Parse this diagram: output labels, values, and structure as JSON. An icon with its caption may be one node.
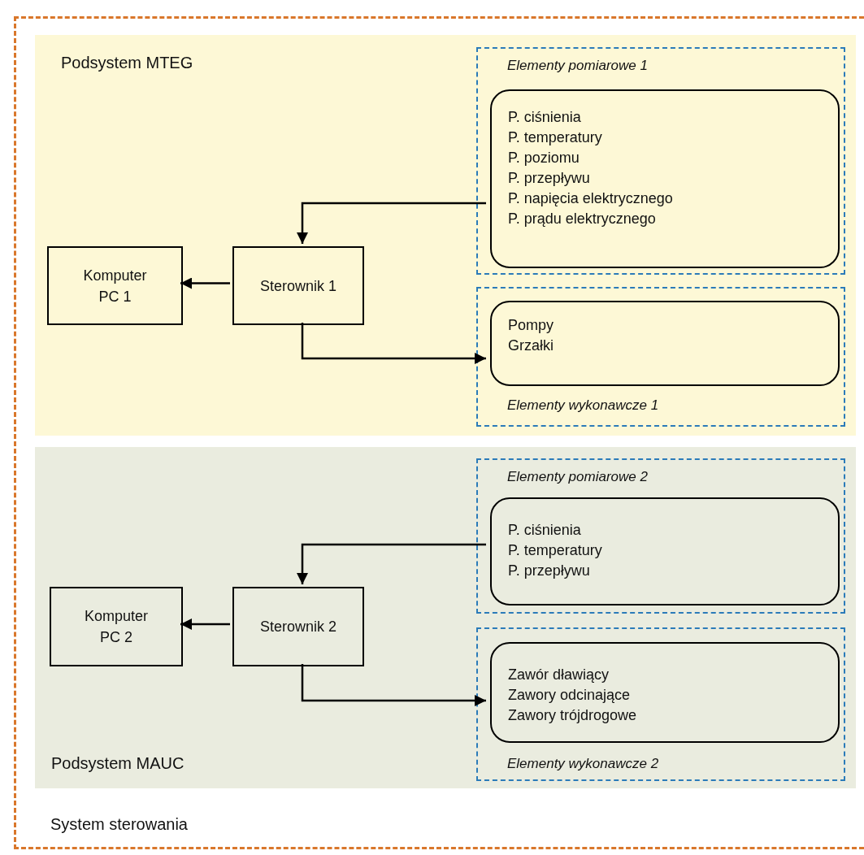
{
  "diagram": {
    "nodes": [
      {
        "text": [
          "System sterowania"
        ]
      },
      {
        "text": [
          "Podsystem MTEG"
        ],
        "in": 0
      },
      {
        "text": [
          "Elementy pomiarowe 1"
        ],
        "in": 1
      },
      {
        "text": [
          "P. ciśnienia",
          "P. temperatury",
          "P. poziomu",
          "P. przepływu",
          "P. napięcia elektrycznego",
          "P. prądu elektrycznego"
        ],
        "in": 2
      },
      {
        "text": [
          "Elementy wykonawcze 1"
        ],
        "in": 1
      },
      {
        "text": [
          "Pompy",
          "Grzałki"
        ],
        "in": 4
      },
      {
        "text": [
          "Komputer PC 1"
        ],
        "in": 1
      },
      {
        "text": [
          "Sterownik 1"
        ],
        "in": 1
      },
      {
        "text": [
          "Podsystem MAUC"
        ],
        "in": 0
      },
      {
        "text": [
          "Elementy pomiarowe 2"
        ],
        "in": 8
      },
      {
        "text": [
          "P. ciśnienia",
          "P. temperatury",
          "P. przepływu"
        ],
        "in": 9
      },
      {
        "text": [
          "Elementy wykonawcze 2"
        ],
        "in": 8
      },
      {
        "text": [
          "Zawór dławiący",
          "Zawory odcinające",
          "Zawory trójdrogowe"
        ],
        "in": 11
      },
      {
        "text": [
          "Komputer PC 2"
        ],
        "in": 8
      },
      {
        "text": [
          "Sterownik 2"
        ],
        "in": 8
      }
    ],
    "edges": [
      {
        "from": 3,
        "to": 7,
        "arrow": "to"
      },
      {
        "from": 7,
        "to": 5,
        "arrow": "to"
      },
      {
        "from": 7,
        "to": 6,
        "arrow": "to"
      },
      {
        "from": 10,
        "to": 14,
        "arrow": "to"
      },
      {
        "from": 14,
        "to": 12,
        "arrow": "to"
      },
      {
        "from": 14,
        "to": 13,
        "arrow": "to"
      }
    ]
  }
}
